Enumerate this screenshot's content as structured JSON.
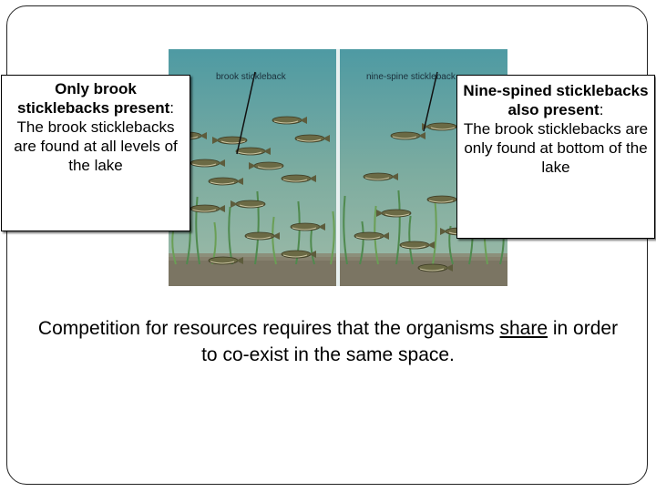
{
  "illustration": {
    "left_label": "brook stickleback",
    "right_label": "nine-spine stickleback",
    "colors": {
      "water_top": "#4e9aa3",
      "water_bottom": "#8fb3a3",
      "bed": "#7b7563",
      "divider": "#e8f0f0"
    }
  },
  "left_callout": {
    "heading": "Only brook sticklebacks present",
    "colon": ":",
    "body": "The brook sticklebacks are found at all levels of the lake"
  },
  "right_callout": {
    "heading": "Nine-spined sticklebacks also present",
    "colon": ":",
    "body": "The brook sticklebacks are only found at bottom of the lake"
  },
  "statement": {
    "part1": "Competition for resources requires that the organisms ",
    "emphasis": "share",
    "part2": " in order to co-exist in the same space."
  }
}
